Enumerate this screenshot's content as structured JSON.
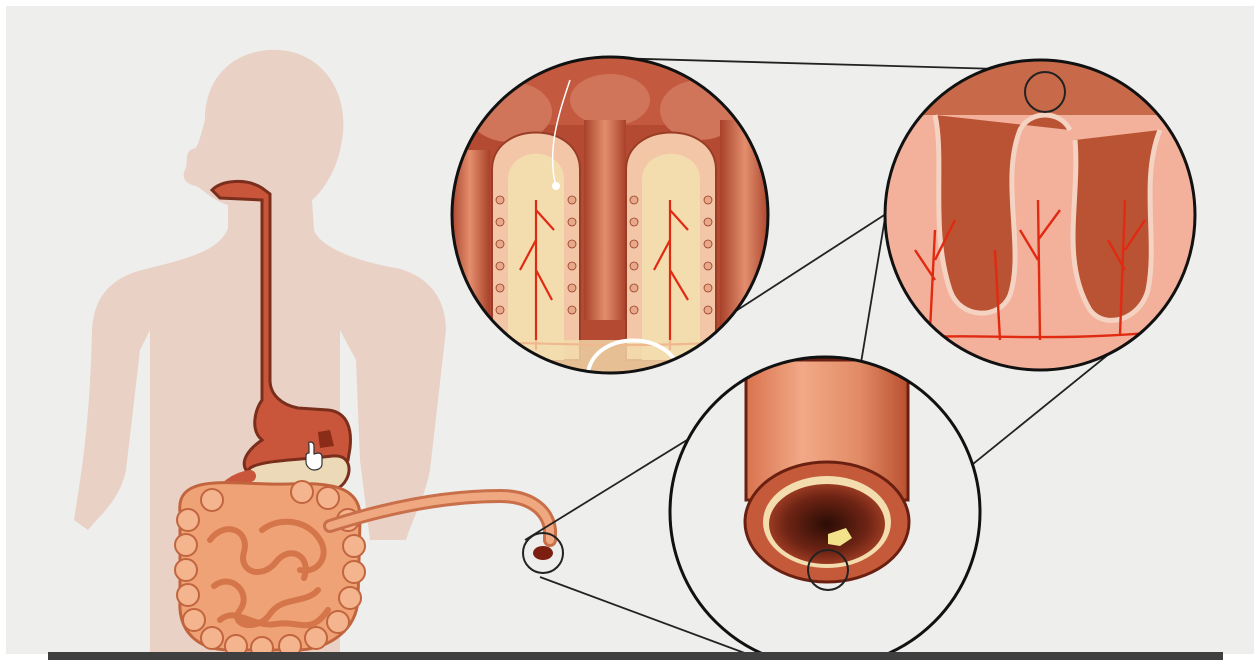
{
  "scene": {
    "subject": "",
    "colors": {
      "background": "#eeeeed",
      "frame": "#ffffff",
      "silhouette": "#e9d1c6",
      "esophagus": "#c9553a",
      "esophagus_outline": "#7a2e1c",
      "stomach_lower": "#ecd9b8",
      "intestine": "#f0a277",
      "intestine_shade": "#d4754a",
      "villus_tissue": "#f2c6a6",
      "villus_core": "#f3dcae",
      "capillary": "#e02a12",
      "lumen_dark": "#7c2a18",
      "callout_line": "#222222",
      "highlight_ring": "#ffffff",
      "floor_bar": "#3f3f3f"
    },
    "icons": [
      "human-silhouette",
      "digestive-tract",
      "small-intestine-coil",
      "intestine-tube-cross-section",
      "intestinal-wall-folds",
      "villi-closeup",
      "hand-cursor"
    ]
  }
}
